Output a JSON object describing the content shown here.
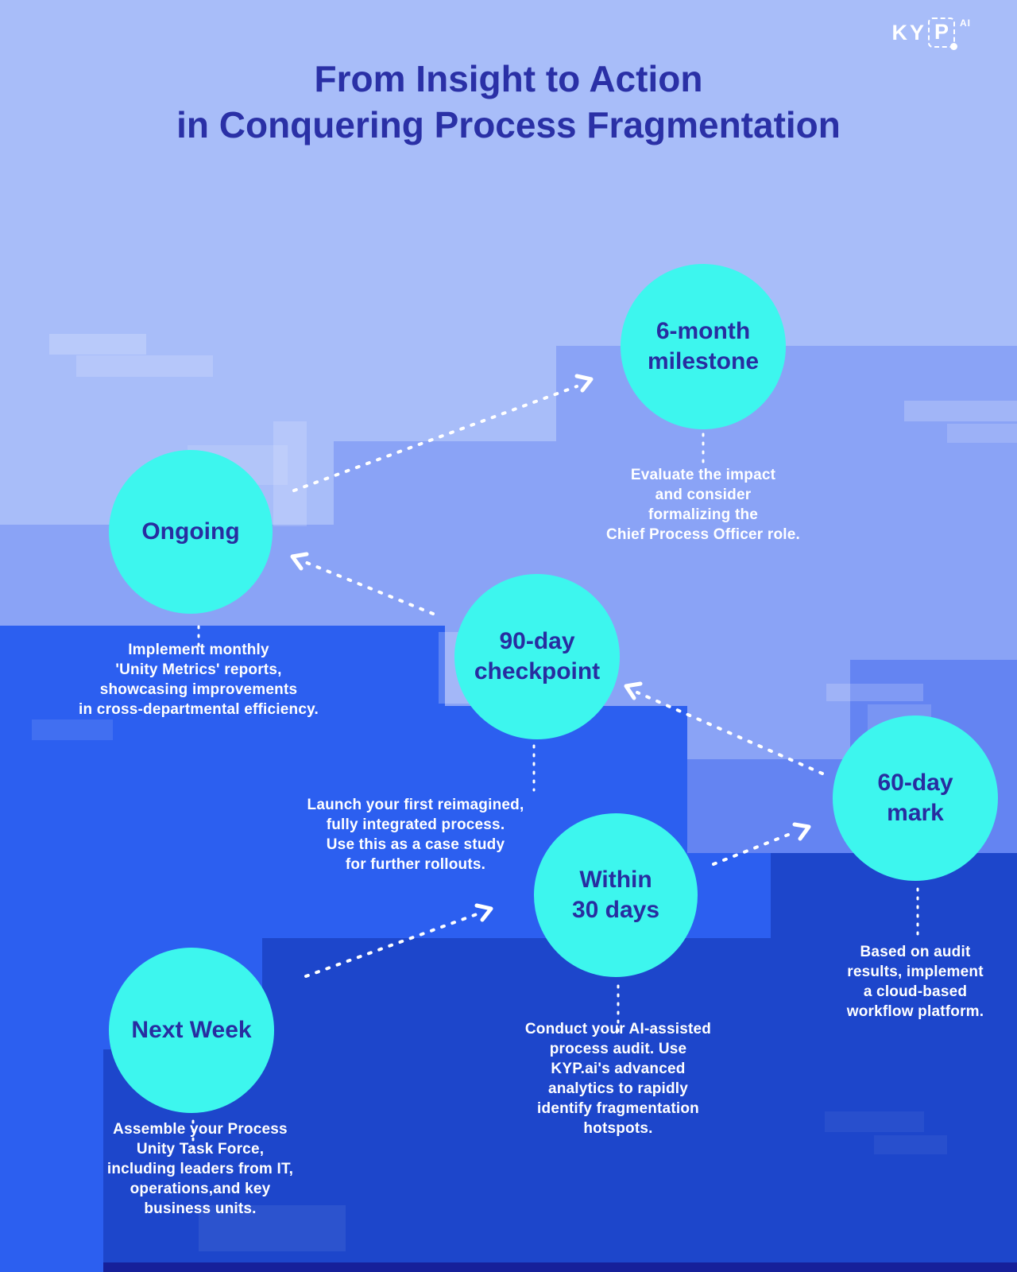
{
  "logo": {
    "prefix": "KY",
    "boxed_letter": "P",
    "suffix": "AI"
  },
  "title": {
    "line1": "From Insight to Action",
    "line2": "in Conquering Process Fragmentation"
  },
  "milestones": [
    {
      "id": "next-week",
      "label": "Next Week",
      "description": "Assemble your Process\nUnity Task Force,\nincluding leaders from IT,\noperations,and key\nbusiness units."
    },
    {
      "id": "within-30-days",
      "label": "Within\n30 days",
      "description": "Conduct your AI-assisted\nprocess audit. Use\nKYP.ai's advanced\nanalytics to rapidly\nidentify fragmentation\nhotspots."
    },
    {
      "id": "60-day-mark",
      "label": "60-day\nmark",
      "description": "Based on audit\nresults, implement\na cloud-based\nworkflow platform."
    },
    {
      "id": "90-day-checkpoint",
      "label": "90-day\ncheckpoint",
      "description": "Launch your first reimagined,\nfully integrated process.\nUse this as a case study\nfor further rollouts."
    },
    {
      "id": "6-month-milestone",
      "label": "6-month\nmilestone",
      "description": "Evaluate the impact\nand consider\nformalizing the\nChief Process Officer role."
    },
    {
      "id": "ongoing",
      "label": "Ongoing",
      "description": "Implement monthly\n'Unity Metrics' reports,\nshowcasing improvements\nin cross-departmental efficiency."
    }
  ],
  "colors": {
    "circle_fill": "#3DF6EE",
    "circle_text": "#282DA0",
    "title_text": "#2A30A6",
    "body_text": "#FFFFFF",
    "bg_light": "#A8BDF9",
    "bg_medium": "#8AA3F6",
    "bg_blue": "#6484F2",
    "bg_royal": "#2C5FF0",
    "bg_dark": "#1D46CB",
    "bg_navy": "#16209A"
  }
}
